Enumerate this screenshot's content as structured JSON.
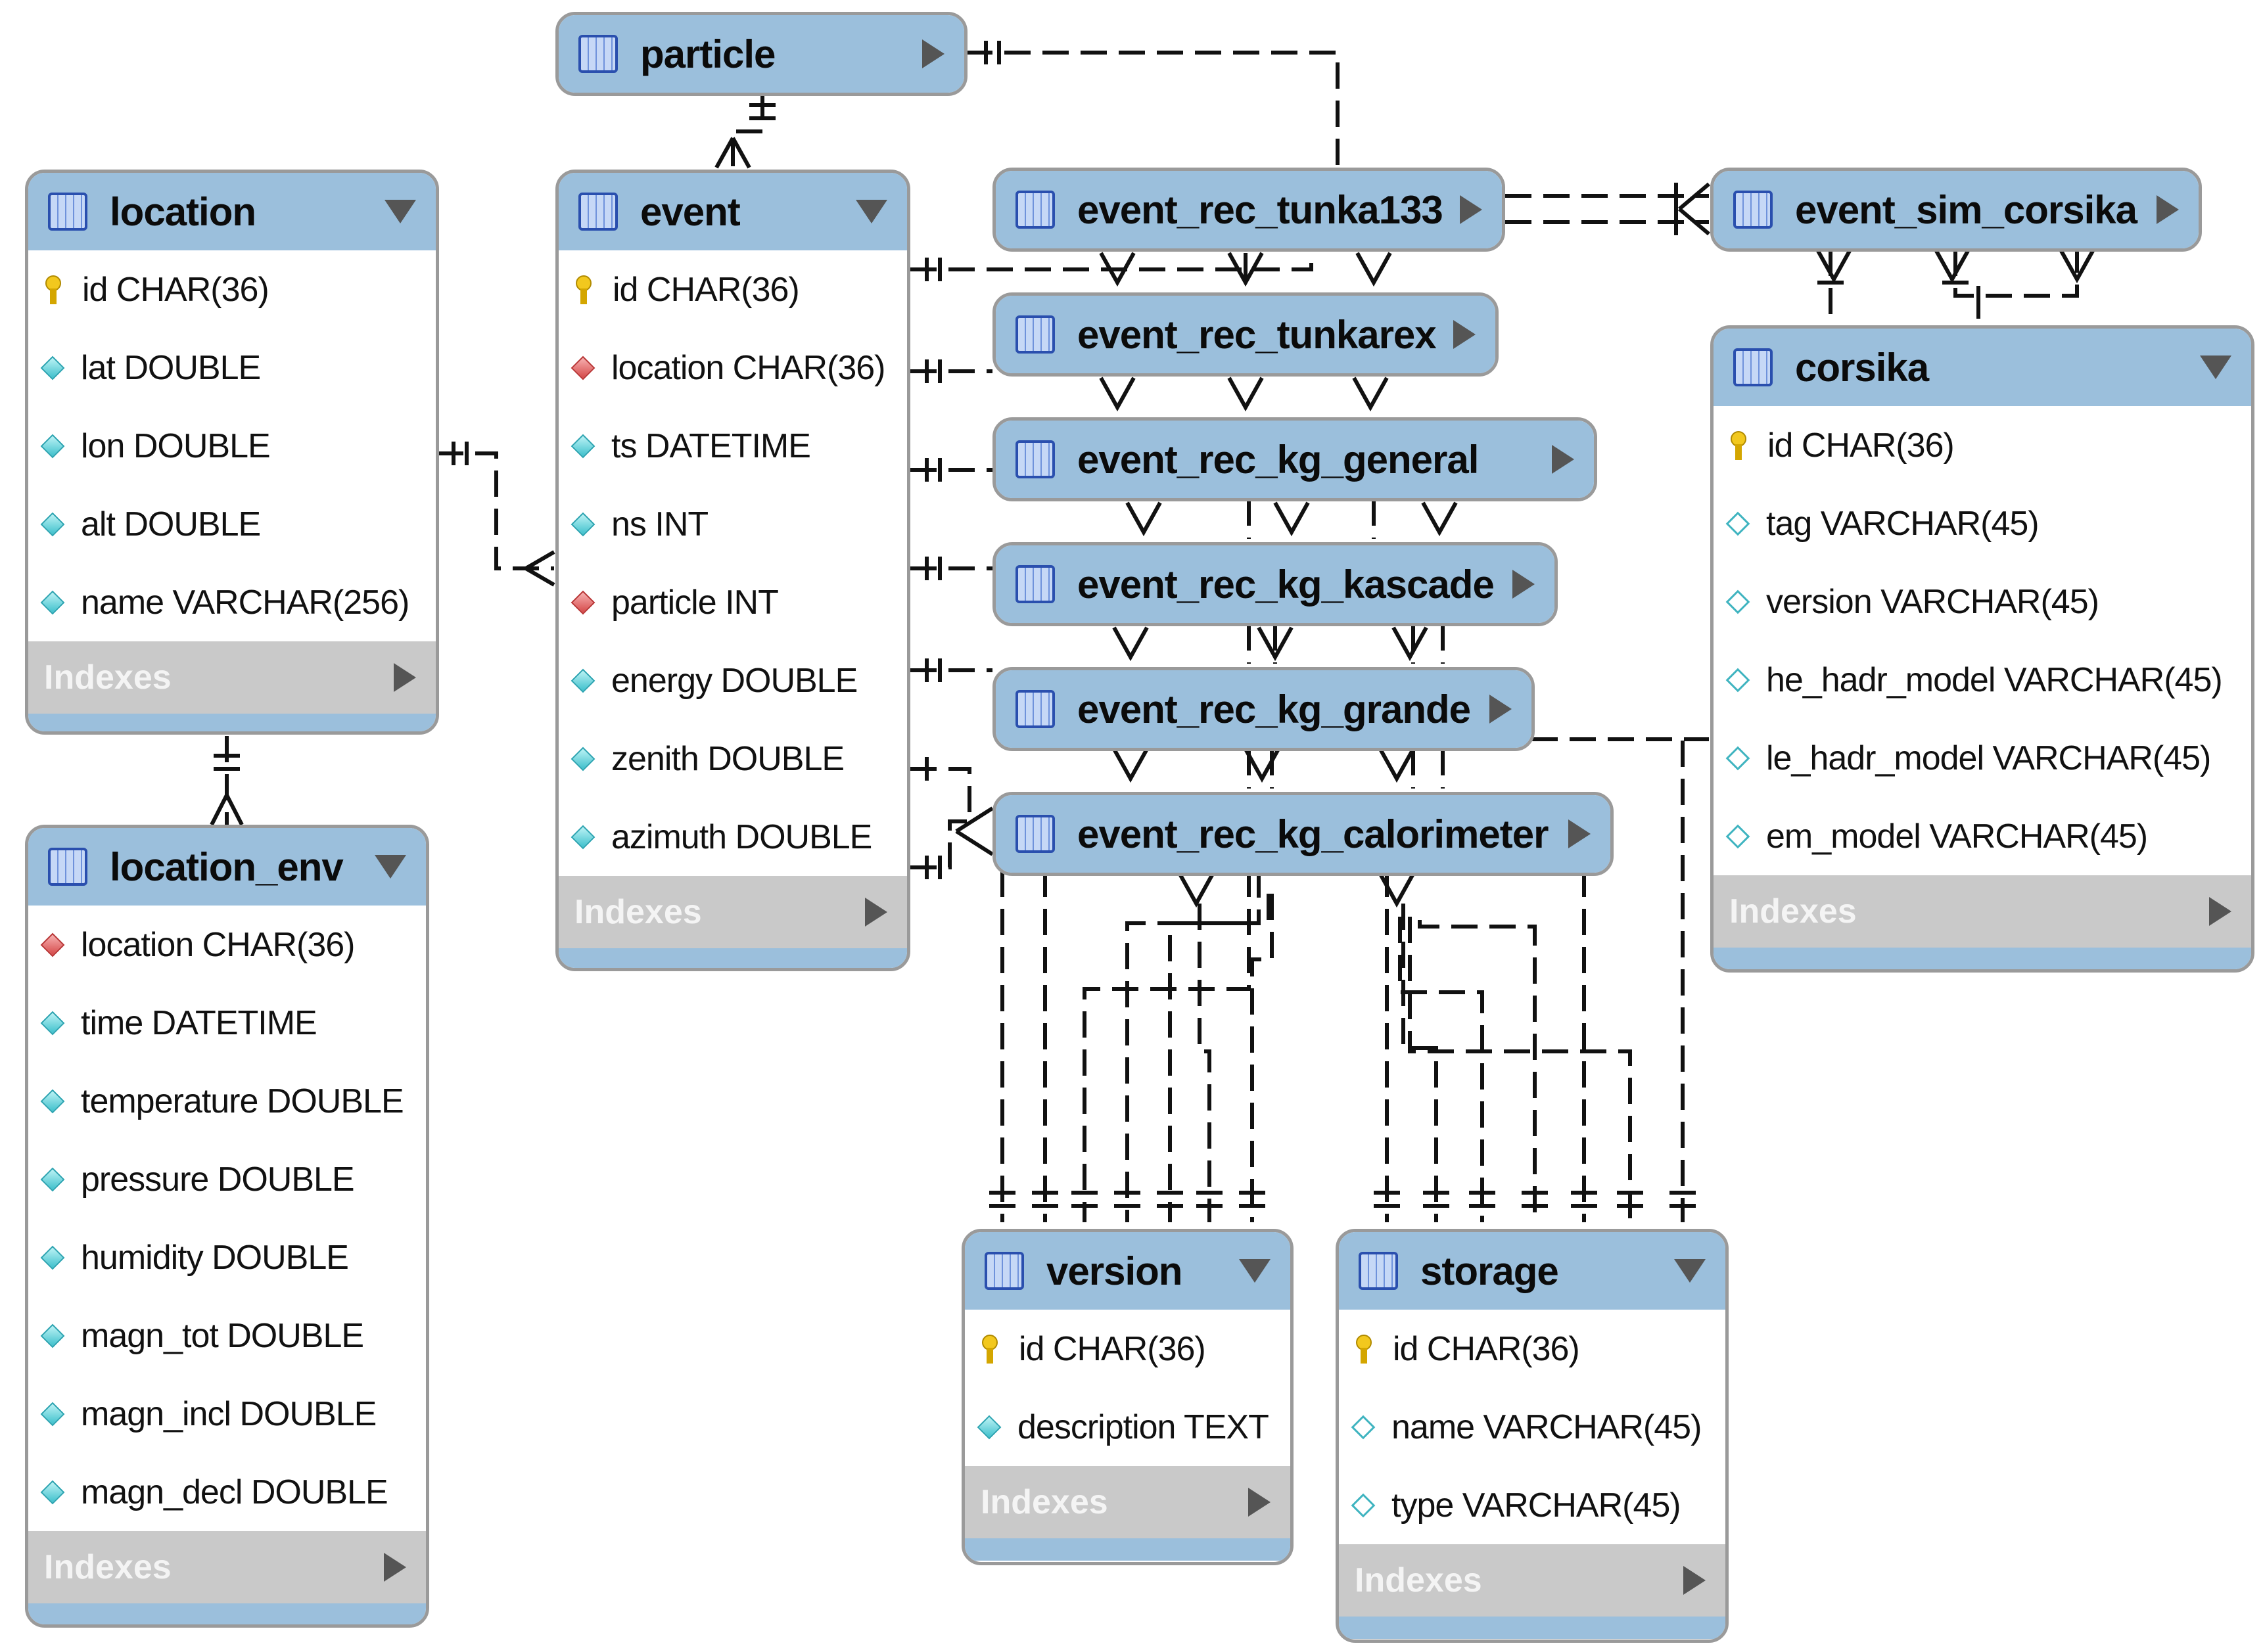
{
  "indexes_label": "Indexes",
  "colors": {
    "header": "#9bbfdc",
    "indexes_bar": "#c9c9c9",
    "line": "#111111",
    "primary_key": "#f2c81e",
    "attribute": "#3ec0cc",
    "foreign_key": "#d54848"
  },
  "tables": {
    "location": {
      "name": "location",
      "columns": [
        {
          "kind": "primary-key",
          "text": "id CHAR(36)"
        },
        {
          "kind": "attribute",
          "text": "lat DOUBLE"
        },
        {
          "kind": "attribute",
          "text": "lon DOUBLE"
        },
        {
          "kind": "attribute",
          "text": "alt DOUBLE"
        },
        {
          "kind": "attribute",
          "text": "name VARCHAR(256)"
        }
      ]
    },
    "location_env": {
      "name": "location_env",
      "columns": [
        {
          "kind": "foreign-key",
          "text": "location CHAR(36)"
        },
        {
          "kind": "attribute",
          "text": "time DATETIME"
        },
        {
          "kind": "attribute",
          "text": "temperature DOUBLE"
        },
        {
          "kind": "attribute",
          "text": "pressure DOUBLE"
        },
        {
          "kind": "attribute",
          "text": "humidity DOUBLE"
        },
        {
          "kind": "attribute",
          "text": "magn_tot DOUBLE"
        },
        {
          "kind": "attribute",
          "text": "magn_incl DOUBLE"
        },
        {
          "kind": "attribute",
          "text": "magn_decl DOUBLE"
        }
      ]
    },
    "particle": {
      "name": "particle"
    },
    "event": {
      "name": "event",
      "columns": [
        {
          "kind": "primary-key",
          "text": "id CHAR(36)"
        },
        {
          "kind": "foreign-key",
          "text": "location CHAR(36)"
        },
        {
          "kind": "attribute",
          "text": "ts DATETIME"
        },
        {
          "kind": "attribute",
          "text": "ns INT"
        },
        {
          "kind": "foreign-key",
          "text": "particle INT"
        },
        {
          "kind": "attribute",
          "text": "energy DOUBLE"
        },
        {
          "kind": "attribute",
          "text": "zenith DOUBLE"
        },
        {
          "kind": "attribute",
          "text": "azimuth DOUBLE"
        }
      ]
    },
    "event_rec_tunka133": {
      "name": "event_rec_tunka133"
    },
    "event_rec_tunkarex": {
      "name": "event_rec_tunkarex"
    },
    "event_rec_kg_general": {
      "name": "event_rec_kg_general"
    },
    "event_rec_kg_kascade": {
      "name": "event_rec_kg_kascade"
    },
    "event_rec_kg_grande": {
      "name": "event_rec_kg_grande"
    },
    "event_rec_kg_calorimeter": {
      "name": "event_rec_kg_calorimeter"
    },
    "event_sim_corsika": {
      "name": "event_sim_corsika"
    },
    "corsika": {
      "name": "corsika",
      "columns": [
        {
          "kind": "primary-key",
          "text": "id CHAR(36)"
        },
        {
          "kind": "nullable",
          "text": "tag VARCHAR(45)"
        },
        {
          "kind": "nullable",
          "text": "version VARCHAR(45)"
        },
        {
          "kind": "nullable",
          "text": "he_hadr_model VARCHAR(45)"
        },
        {
          "kind": "nullable",
          "text": "le_hadr_model VARCHAR(45)"
        },
        {
          "kind": "nullable",
          "text": "em_model VARCHAR(45)"
        }
      ]
    },
    "version": {
      "name": "version",
      "columns": [
        {
          "kind": "primary-key",
          "text": "id CHAR(36)"
        },
        {
          "kind": "attribute",
          "text": "description TEXT"
        }
      ]
    },
    "storage": {
      "name": "storage",
      "columns": [
        {
          "kind": "primary-key",
          "text": "id CHAR(36)"
        },
        {
          "kind": "nullable",
          "text": "name VARCHAR(45)"
        },
        {
          "kind": "nullable",
          "text": "type VARCHAR(45)"
        }
      ]
    }
  }
}
